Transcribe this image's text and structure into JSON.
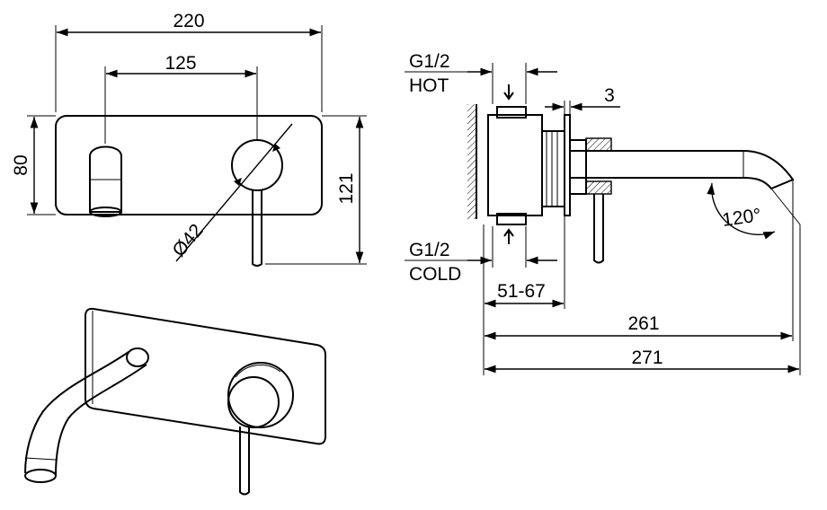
{
  "front_view": {
    "width_overall": "220",
    "axis_spacing": "125",
    "plate_height": "80",
    "total_height": "121",
    "diameter": "Ø42"
  },
  "side_view": {
    "hot_inlet_thread": "G1/2",
    "hot_inlet_label": "HOT",
    "cold_inlet_thread": "G1/2",
    "cold_inlet_label": "COLD",
    "plate_thickness": "3",
    "install_depth": "51-67",
    "spout_angle": "120°",
    "reach_1": "261",
    "reach_2": "271"
  }
}
